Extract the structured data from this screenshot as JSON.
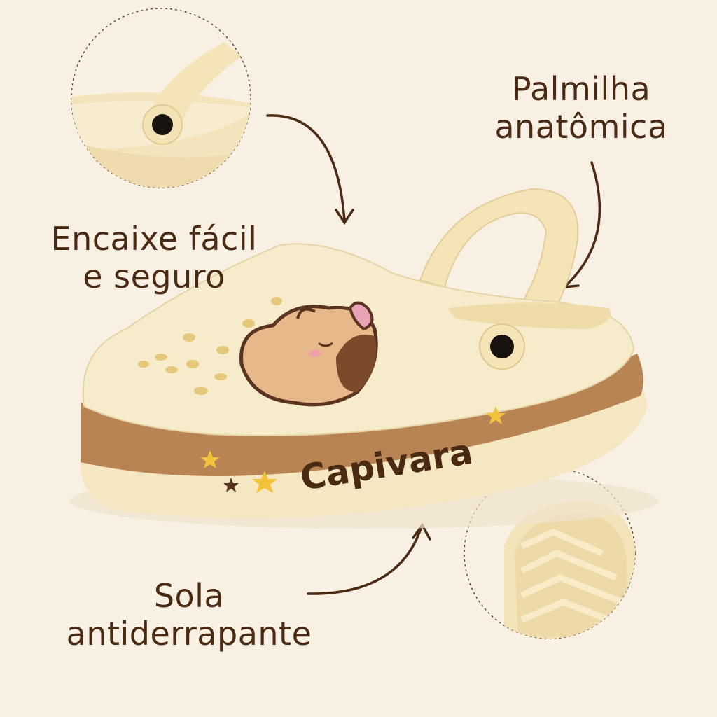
{
  "callouts": {
    "insole": {
      "line1": "Palmilha",
      "line2": "anatômica"
    },
    "fit": {
      "line1": "Encaixe fácil",
      "line2": "e seguro"
    },
    "sole": {
      "line1": "Sola",
      "line2": "antiderrapante"
    }
  },
  "product": {
    "brand_text": "Capivara"
  },
  "colors": {
    "background": "#f8f0e3",
    "text": "#4b2a14",
    "clog": "#f6ebc9",
    "band": "#b98454",
    "star": "#f2c23a"
  }
}
